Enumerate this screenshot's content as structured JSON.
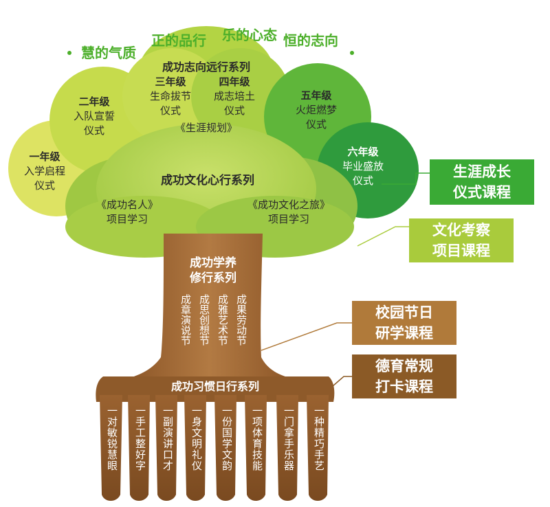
{
  "slogan": [
    "慧的气质",
    "正的品行",
    "乐的心态",
    "恒的志向"
  ],
  "crown_top": {
    "series_title": "成功志向远行系列",
    "subtitle": "《生涯规划》",
    "grades": [
      {
        "grade": "一年级",
        "line1": "入学启程",
        "line2": "仪式"
      },
      {
        "grade": "二年级",
        "line1": "入队宣誓",
        "line2": "仪式"
      },
      {
        "grade": "三年级",
        "line1": "生命拔节",
        "line2": "仪式"
      },
      {
        "grade": "四年级",
        "line1": "成志培土",
        "line2": "仪式"
      },
      {
        "grade": "五年级",
        "line1": "火炬燃梦",
        "line2": "仪式"
      },
      {
        "grade": "六年级",
        "line1": "毕业盛放",
        "line2": "仪式"
      }
    ]
  },
  "crown_mid": {
    "series_title": "成功文化心行系列",
    "left": {
      "line1": "《成功名人》",
      "line2": "项目学习"
    },
    "right": {
      "line1": "《成功文化之旅》",
      "line2": "项目学习"
    }
  },
  "trunk": {
    "title_line1": "成功学养",
    "title_line2": "修行系列",
    "columns": [
      "成章演说节",
      "成思创想节",
      "成雅艺术节",
      "成果劳动节"
    ]
  },
  "roots": {
    "title": "成功习惯日行系列",
    "columns": [
      "一对敏锐慧眼",
      "一手工整好字",
      "一副演讲口才",
      "一身文明礼仪",
      "一份国学文韵",
      "一项体育技能",
      "一门拿手乐器",
      "一种精巧手艺"
    ]
  },
  "callouts": [
    {
      "line1": "生涯成长",
      "line2": "仪式课程",
      "color": "#3aaa35"
    },
    {
      "line1": "文化考察",
      "line2": "项目课程",
      "color": "#a9cb3c"
    },
    {
      "line1": "校园节日",
      "line2": "研学课程",
      "color": "#b07a3a"
    },
    {
      "line1": "德育常规",
      "line2": "打卡课程",
      "color": "#8b5a26"
    }
  ],
  "colors": {
    "slogan": "#4caf2a",
    "leaf_yellow": "#d8e05a",
    "leaf_lime": "#b7d544",
    "leaf_green": "#5fb83a",
    "leaf_dark": "#2f9a3c",
    "trunk": "#a56a36",
    "root": "#8b5628"
  }
}
